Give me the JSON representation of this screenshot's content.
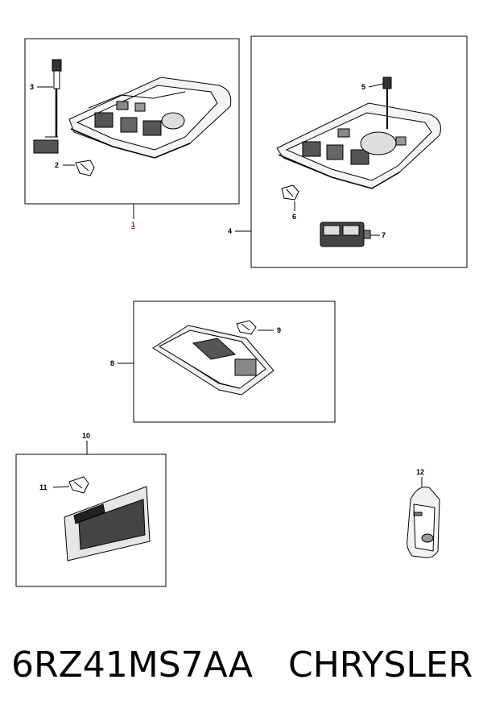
{
  "callouts": {
    "c1": "1",
    "c2": "2",
    "c3": "3",
    "c4": "4",
    "c5": "5",
    "c6": "6",
    "c7": "7",
    "c8": "8",
    "c9": "9",
    "c10": "10",
    "c11": "11",
    "c12": "12"
  },
  "caption": {
    "part_number": "6RZ41MS7AA",
    "brand": "CHRYSLER"
  },
  "colors": {
    "line": "#000000",
    "highlight": "#c0102a",
    "fill_light": "#ececec",
    "fill_dark": "#333333"
  }
}
